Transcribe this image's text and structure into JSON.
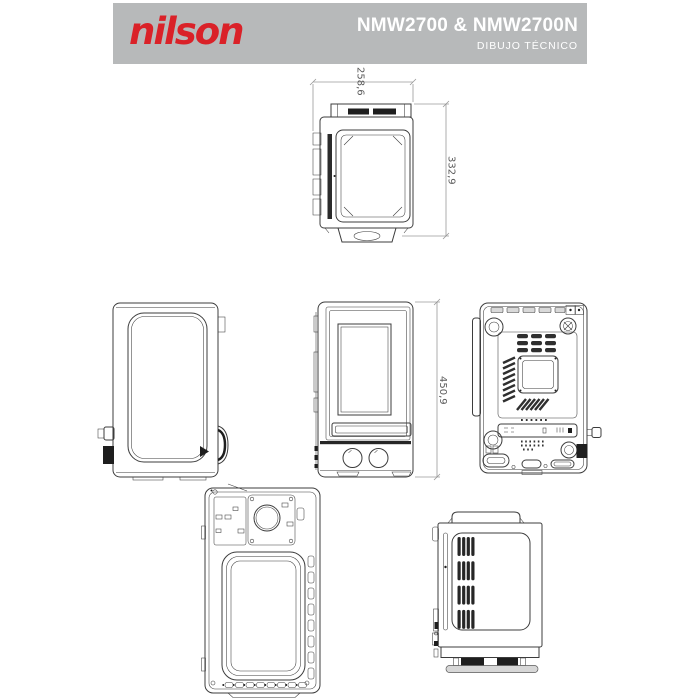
{
  "theme": {
    "page-bg": "#ffffff",
    "band-color": "#b7b9ba",
    "logo-color": "#da2128",
    "header-text-color": "#ffffff",
    "line-color": "#3c3c3c",
    "dim-color": "#9a9a9a",
    "dim-text-color": "#5a5a5a"
  },
  "header": {
    "logo_text": "nilson",
    "model_title": "NMW2700 & NMW2700N",
    "subtitle": "DIBUJO TÉCNICO"
  },
  "drawing": {
    "dimension_labels": {
      "top_view_width": "258,6",
      "top_view_depth": "332,9",
      "front_view_height": "450,9"
    }
  }
}
